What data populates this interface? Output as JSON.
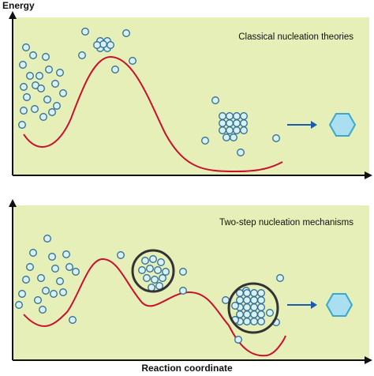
{
  "axes": {
    "y_label": "Energy",
    "x_label": "Reaction coordinate"
  },
  "panels": [
    {
      "title": "Classical nucleation theories"
    },
    {
      "title": "Two-step nucleation mechanisms"
    }
  ],
  "colors": {
    "panel_fill": "#e6efb7",
    "curve": "#c8102e",
    "particle_fill": "#d8f0f6",
    "particle_stroke": "#2c6e92",
    "arrow": "#1a5bab",
    "crystal_fill": "#a9dff0",
    "crystal_stroke": "#3aa7cc",
    "ring": "#333333"
  }
}
